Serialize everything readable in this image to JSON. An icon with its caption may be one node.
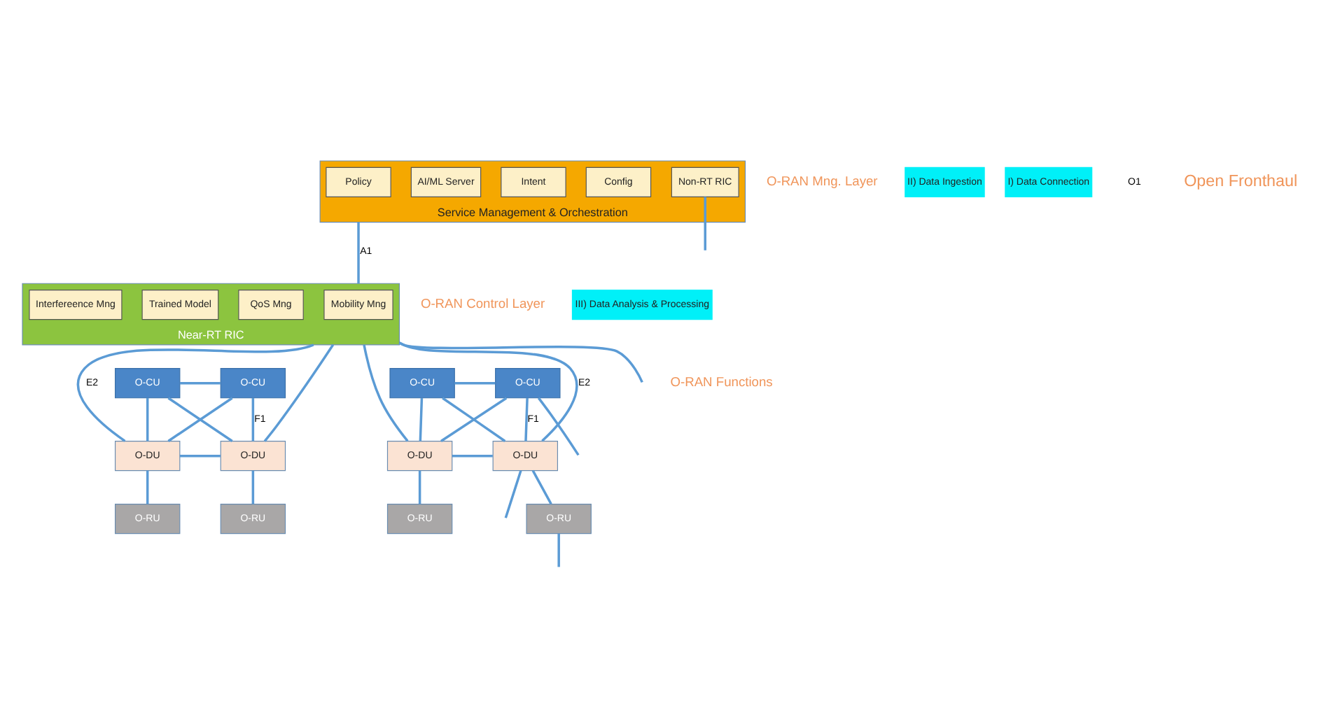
{
  "diagram": {
    "nodes": [
      {
        "text": [
          "Service Management & Orchestration"
        ]
      },
      {
        "text": [
          "Policy"
        ],
        "in": 0
      },
      {
        "text": [
          "Config"
        ],
        "in": 0
      },
      {
        "text": [
          "Intent"
        ],
        "in": 0
      },
      {
        "text": [
          "AI/ML Server"
        ],
        "in": 0
      },
      {
        "text": [
          "Non-RT RIC"
        ],
        "in": 0
      },
      {
        "text": [
          "Near-RT RIC"
        ]
      },
      {
        "text": [
          "Mobility Mng"
        ],
        "in": 6
      },
      {
        "text": [
          "QoS Mng"
        ],
        "in": 6
      },
      {
        "text": [
          "Trained Model"
        ],
        "in": 6
      },
      {
        "text": [
          "Interfereence Mng"
        ],
        "in": 6
      },
      {
        "text": [
          "O-CU"
        ]
      },
      {
        "text": [
          "O-CU"
        ]
      },
      {
        "text": [
          "O-DU"
        ]
      },
      {
        "text": [
          "O-DU"
        ]
      },
      {
        "text": [
          "O-CU"
        ]
      },
      {
        "text": [
          "O-CU"
        ]
      },
      {
        "text": [
          "O-DU"
        ]
      },
      {
        "text": [
          "O-DU"
        ]
      },
      {
        "text": [
          "O-RU"
        ]
      },
      {
        "text": [
          "O-RU"
        ]
      },
      {
        "text": [
          "O-RU"
        ]
      },
      {
        "text": [
          "O-RU"
        ]
      }
    ],
    "edges": [
      {
        "from": 5,
        "to": null,
        "arrow": "none"
      },
      {
        "from": 0,
        "to": 6,
        "arrow": "none",
        "label": "A1"
      },
      {
        "from": 6,
        "to": null,
        "arrow": "none"
      },
      {
        "from": 6,
        "to": 13,
        "arrow": "none",
        "label": "E2"
      },
      {
        "from": 6,
        "to": 14,
        "arrow": "none"
      },
      {
        "from": 6,
        "to": 17,
        "arrow": "none"
      },
      {
        "from": 6,
        "to": 18,
        "arrow": "none",
        "label": "E2"
      },
      {
        "from": 11,
        "to": 12,
        "arrow": "none"
      },
      {
        "from": 11,
        "to": 13,
        "arrow": "none"
      },
      {
        "from": 11,
        "to": 14,
        "arrow": "none"
      },
      {
        "from": 12,
        "to": 13,
        "arrow": "none"
      },
      {
        "from": 12,
        "to": 14,
        "arrow": "none",
        "label": "F1"
      },
      {
        "from": 13,
        "to": 14,
        "arrow": "none"
      },
      {
        "from": 15,
        "to": 16,
        "arrow": "none"
      },
      {
        "from": 16,
        "to": null,
        "arrow": "none"
      },
      {
        "from": 15,
        "to": 17,
        "arrow": "none"
      },
      {
        "from": 15,
        "to": 18,
        "arrow": "none"
      },
      {
        "from": 16,
        "to": 17,
        "arrow": "none"
      },
      {
        "from": 16,
        "to": 18,
        "arrow": "none",
        "label": "F1"
      },
      {
        "from": 17,
        "to": 18,
        "arrow": "none"
      },
      {
        "from": 18,
        "to": null,
        "arrow": "none"
      },
      {
        "from": 13,
        "to": 19,
        "arrow": "none"
      },
      {
        "from": 14,
        "to": 20,
        "arrow": "none"
      },
      {
        "from": 17,
        "to": 21,
        "arrow": "none"
      },
      {
        "from": 18,
        "to": 22,
        "arrow": "none"
      },
      {
        "from": 22,
        "to": null,
        "arrow": "none"
      }
    ],
    "labels": [
      "O-RAN Mng. Layer",
      "II) Data Ingestion",
      "I) Data Connection",
      "O1",
      "O-RAN Control Layer",
      "III) Data Analysis & Processing",
      "O-RAN Functions",
      "Open Fronthaul"
    ]
  }
}
